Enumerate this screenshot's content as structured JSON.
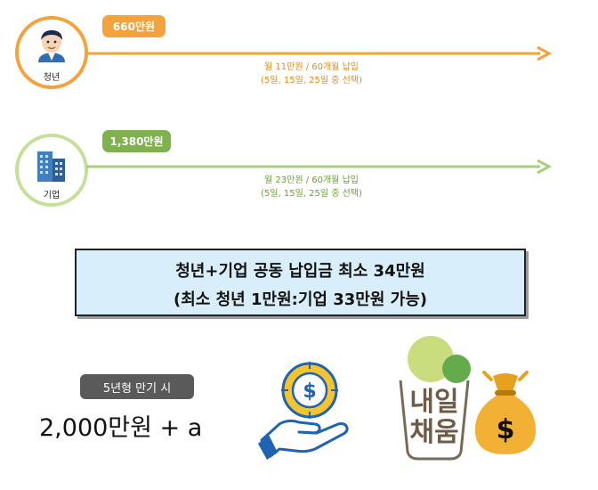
{
  "youth": {
    "label": "청년",
    "amount": "660만원",
    "monthly": "월 11만원  / 60개월 납입",
    "days": "(5일, 15일, 25일  중 선택)",
    "color": "#f4a23b"
  },
  "company": {
    "label": "기업",
    "amount": "1,380만원",
    "monthly": "월 23만원  / 60개월 납입",
    "days": "(5일, 15일, 25일  중 선택)",
    "color": "#8fbf65"
  },
  "summary": {
    "line1": "청년+기업 공동 납입금 최소 34만원",
    "line2": "(최소 청년 1만원:기업 33만원 가능)"
  },
  "maturity": {
    "badge": "5년형 만기 시",
    "total": "2,000만원 + a"
  },
  "logo": {
    "text": "내일채움"
  },
  "icons": [
    "youth-avatar-icon",
    "company-building-icon",
    "hand-coin-icon",
    "money-bag-icon"
  ]
}
